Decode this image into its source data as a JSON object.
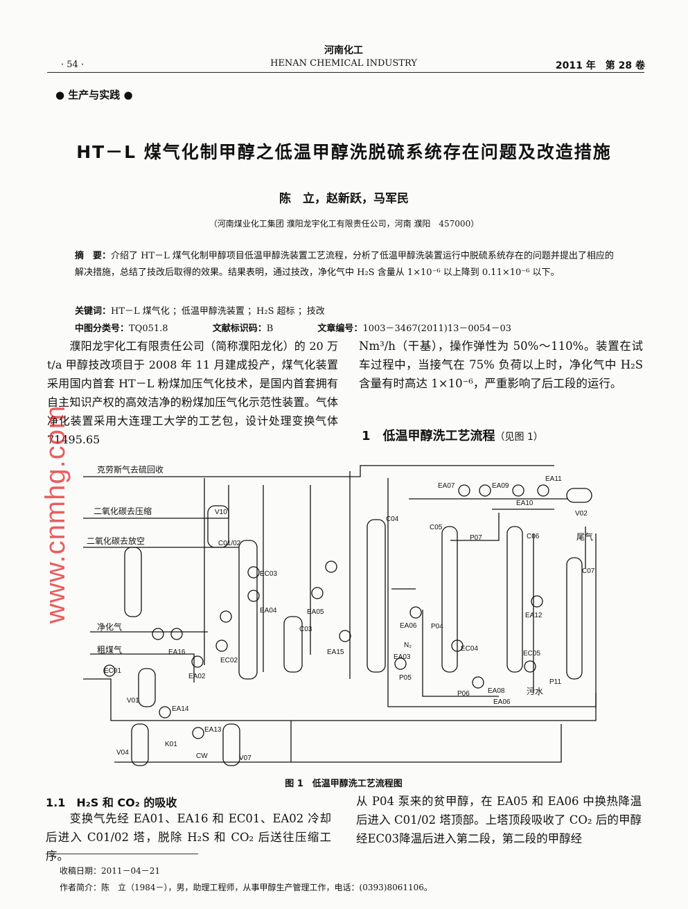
{
  "header": {
    "journal_cn": "河南化工",
    "page_no": "· 54 ·",
    "journal_en": "HENAN CHEMICAL INDUSTRY",
    "issue": "2011 年　第 28 卷"
  },
  "column": "● 生产与实践 ●",
  "title": "HT－L 煤气化制甲醇之低温甲醇洗脱硫系统存在问题及改造措施",
  "authors": "陈　立，赵新跃，马军民",
  "affiliation": "（河南煤业化工集团 濮阳龙宇化工有限责任公司，河南 濮阳　457000）",
  "abstract": {
    "label": "摘　要：",
    "text": "介绍了 HT－L 煤气化制甲醇项目低温甲醇洗装置工艺流程，分析了低温甲醇洗装置运行中脱硫系统存在的问题并提出了相应的解决措施，总结了技改后取得的效果。结果表明，通过技改，净化气中 H₂S 含量从 1×10⁻⁶ 以上降到 0.11×10⁻⁶ 以下。"
  },
  "keywords": {
    "label": "关键词：",
    "text": "HT－L 煤气化 ；低温甲醇洗装置 ；H₂S 超标 ；技改"
  },
  "classification": {
    "clc_label": "中图分类号：",
    "clc": "TQ051.8",
    "doc_label": "文献标识码：",
    "doc": "B",
    "art_label": "文章编号：",
    "art": "1003－3467(2011)13－0054－03"
  },
  "intro_left": "　　濮阳龙宇化工有限责任公司（简称濮阳龙化）的 20 万 t/a 甲醇技改项目于 2008 年 11 月建成投产，煤气化装置采用国内首套 HT－L 粉煤加压气化技术，是国内首套拥有自主知识产权的高效洁净的粉煤加压气化示范性装置。气体净化装置采用大连理工大学的工艺包，设计处理变换气体71495.65",
  "intro_right": "Nm³/h（干基），操作弹性为 50%～110%。装置在试车过程中，当接气在 75% 负荷以上时，净化气中 H₂S 含量有时高达 1×10⁻⁶，严重影响了后工段的运行。",
  "section1": {
    "num": "1",
    "title": "低温甲醇洗工艺流程",
    "ref": "（见图 1）"
  },
  "figure": {
    "caption": "图 1　低温甲醇洗工艺流程图",
    "labels": [
      "克劳斯气去硫回收",
      "二氧化碳去压缩",
      "二氧化碳去放空",
      "净化气",
      "粗煤气",
      "EC01",
      "V01",
      "EA16",
      "EA02",
      "EA14",
      "V04",
      "K01",
      "CW",
      "EA13",
      "V07",
      "V10",
      "C01/02",
      "EC03",
      "EA04",
      "EC02",
      "C03",
      "EA05",
      "EA15",
      "C04",
      "C05",
      "EA07",
      "EA09",
      "EA11",
      "EA10",
      "V02",
      "P07",
      "C06",
      "尾气",
      "C07",
      "EA06",
      "P04",
      "N₂",
      "EA03",
      "P05",
      "EC04",
      "EA12",
      "EC05",
      "P06",
      "EA08",
      "污水",
      "P11",
      "EA06"
    ]
  },
  "section11": {
    "title": "1.1　H₂S 和 CO₂ 的吸收"
  },
  "s11_left": "　　变换气先经 EA01、EA16 和 EC01、EA02 冷却后进入 C01/02 塔，脱除 H₂S 和 CO₂ 后送往压缩工序。",
  "s11_right": "从 P04 泵来的贫甲醇，在 EA05 和 EA06 中换热降温后进入 C01/02 塔顶部。上塔顶段吸收了 CO₂ 后的甲醇经EC03降温后进入第二段，第二段的甲醇经",
  "footnote": {
    "received": "收稿日期：2011－04－21",
    "author": "作者简介：陈　立（1984－），男，助理工程师，从事甲醇生产管理工作，电话：(0393)8061106。"
  },
  "watermark": "www.cnmhg.com",
  "colors": {
    "watermark": "#e62828"
  }
}
